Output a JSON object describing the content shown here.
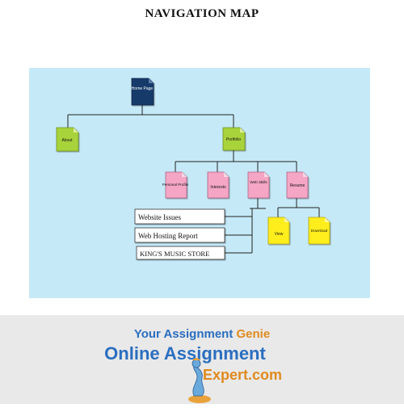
{
  "title": "NAVIGATION MAP",
  "colors": {
    "background": "#c5e9f7",
    "home": "#123a6b",
    "green": "#a9d33a",
    "pink": "#f4a6c4",
    "yellow": "#ffee1f",
    "line": "#222222",
    "brand_blue": "#2a6ec0",
    "brand_orange": "#e08a1e"
  },
  "nodes": {
    "home": "Home Page",
    "about": "About",
    "portfolio": "Portfolio",
    "personal_profile": "Personal Profile",
    "interests": "Interests",
    "web_skills": "Web Skills",
    "resume": "Resume",
    "view": "View",
    "download": "Download"
  },
  "links": [
    "Website Issues",
    "Web Hosting Report",
    "KING'S MUSIC STORE"
  ],
  "branding": {
    "tagline_part1": "Your Assignment",
    "tagline_part2": "Genie",
    "name_line1": "Online Assignment",
    "name_line2": "Expert.com",
    "icon": "genie-icon"
  }
}
